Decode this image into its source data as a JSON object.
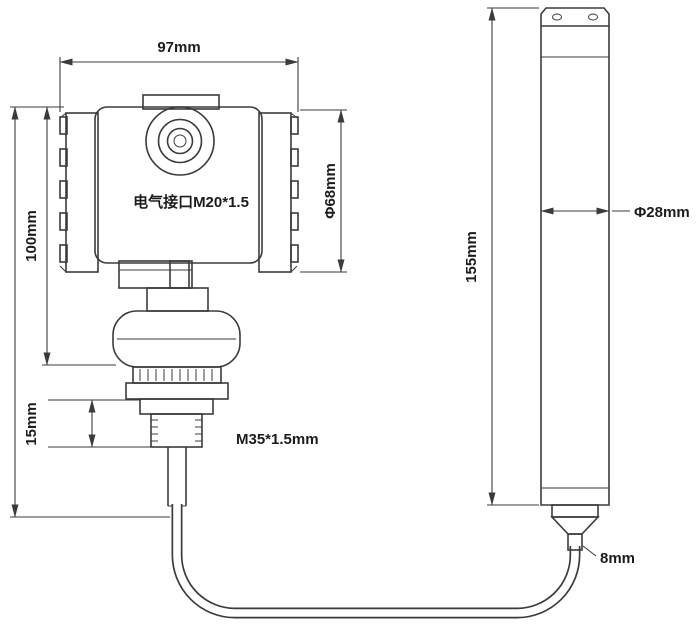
{
  "colors": {
    "line": "#3b3b3b",
    "text": "#1c1c1c",
    "background": "#ffffff"
  },
  "dimensions": {
    "housing_width": "97mm",
    "housing_height": "100mm",
    "housing_diameter": "Φ68mm",
    "thread_length": "15mm",
    "probe_length": "155mm",
    "probe_diameter": "Φ28mm",
    "cable_diameter": "8mm"
  },
  "annotations": {
    "electrical_interface": "电气接口M20*1.5",
    "thread_spec": "M35*1.5mm"
  }
}
